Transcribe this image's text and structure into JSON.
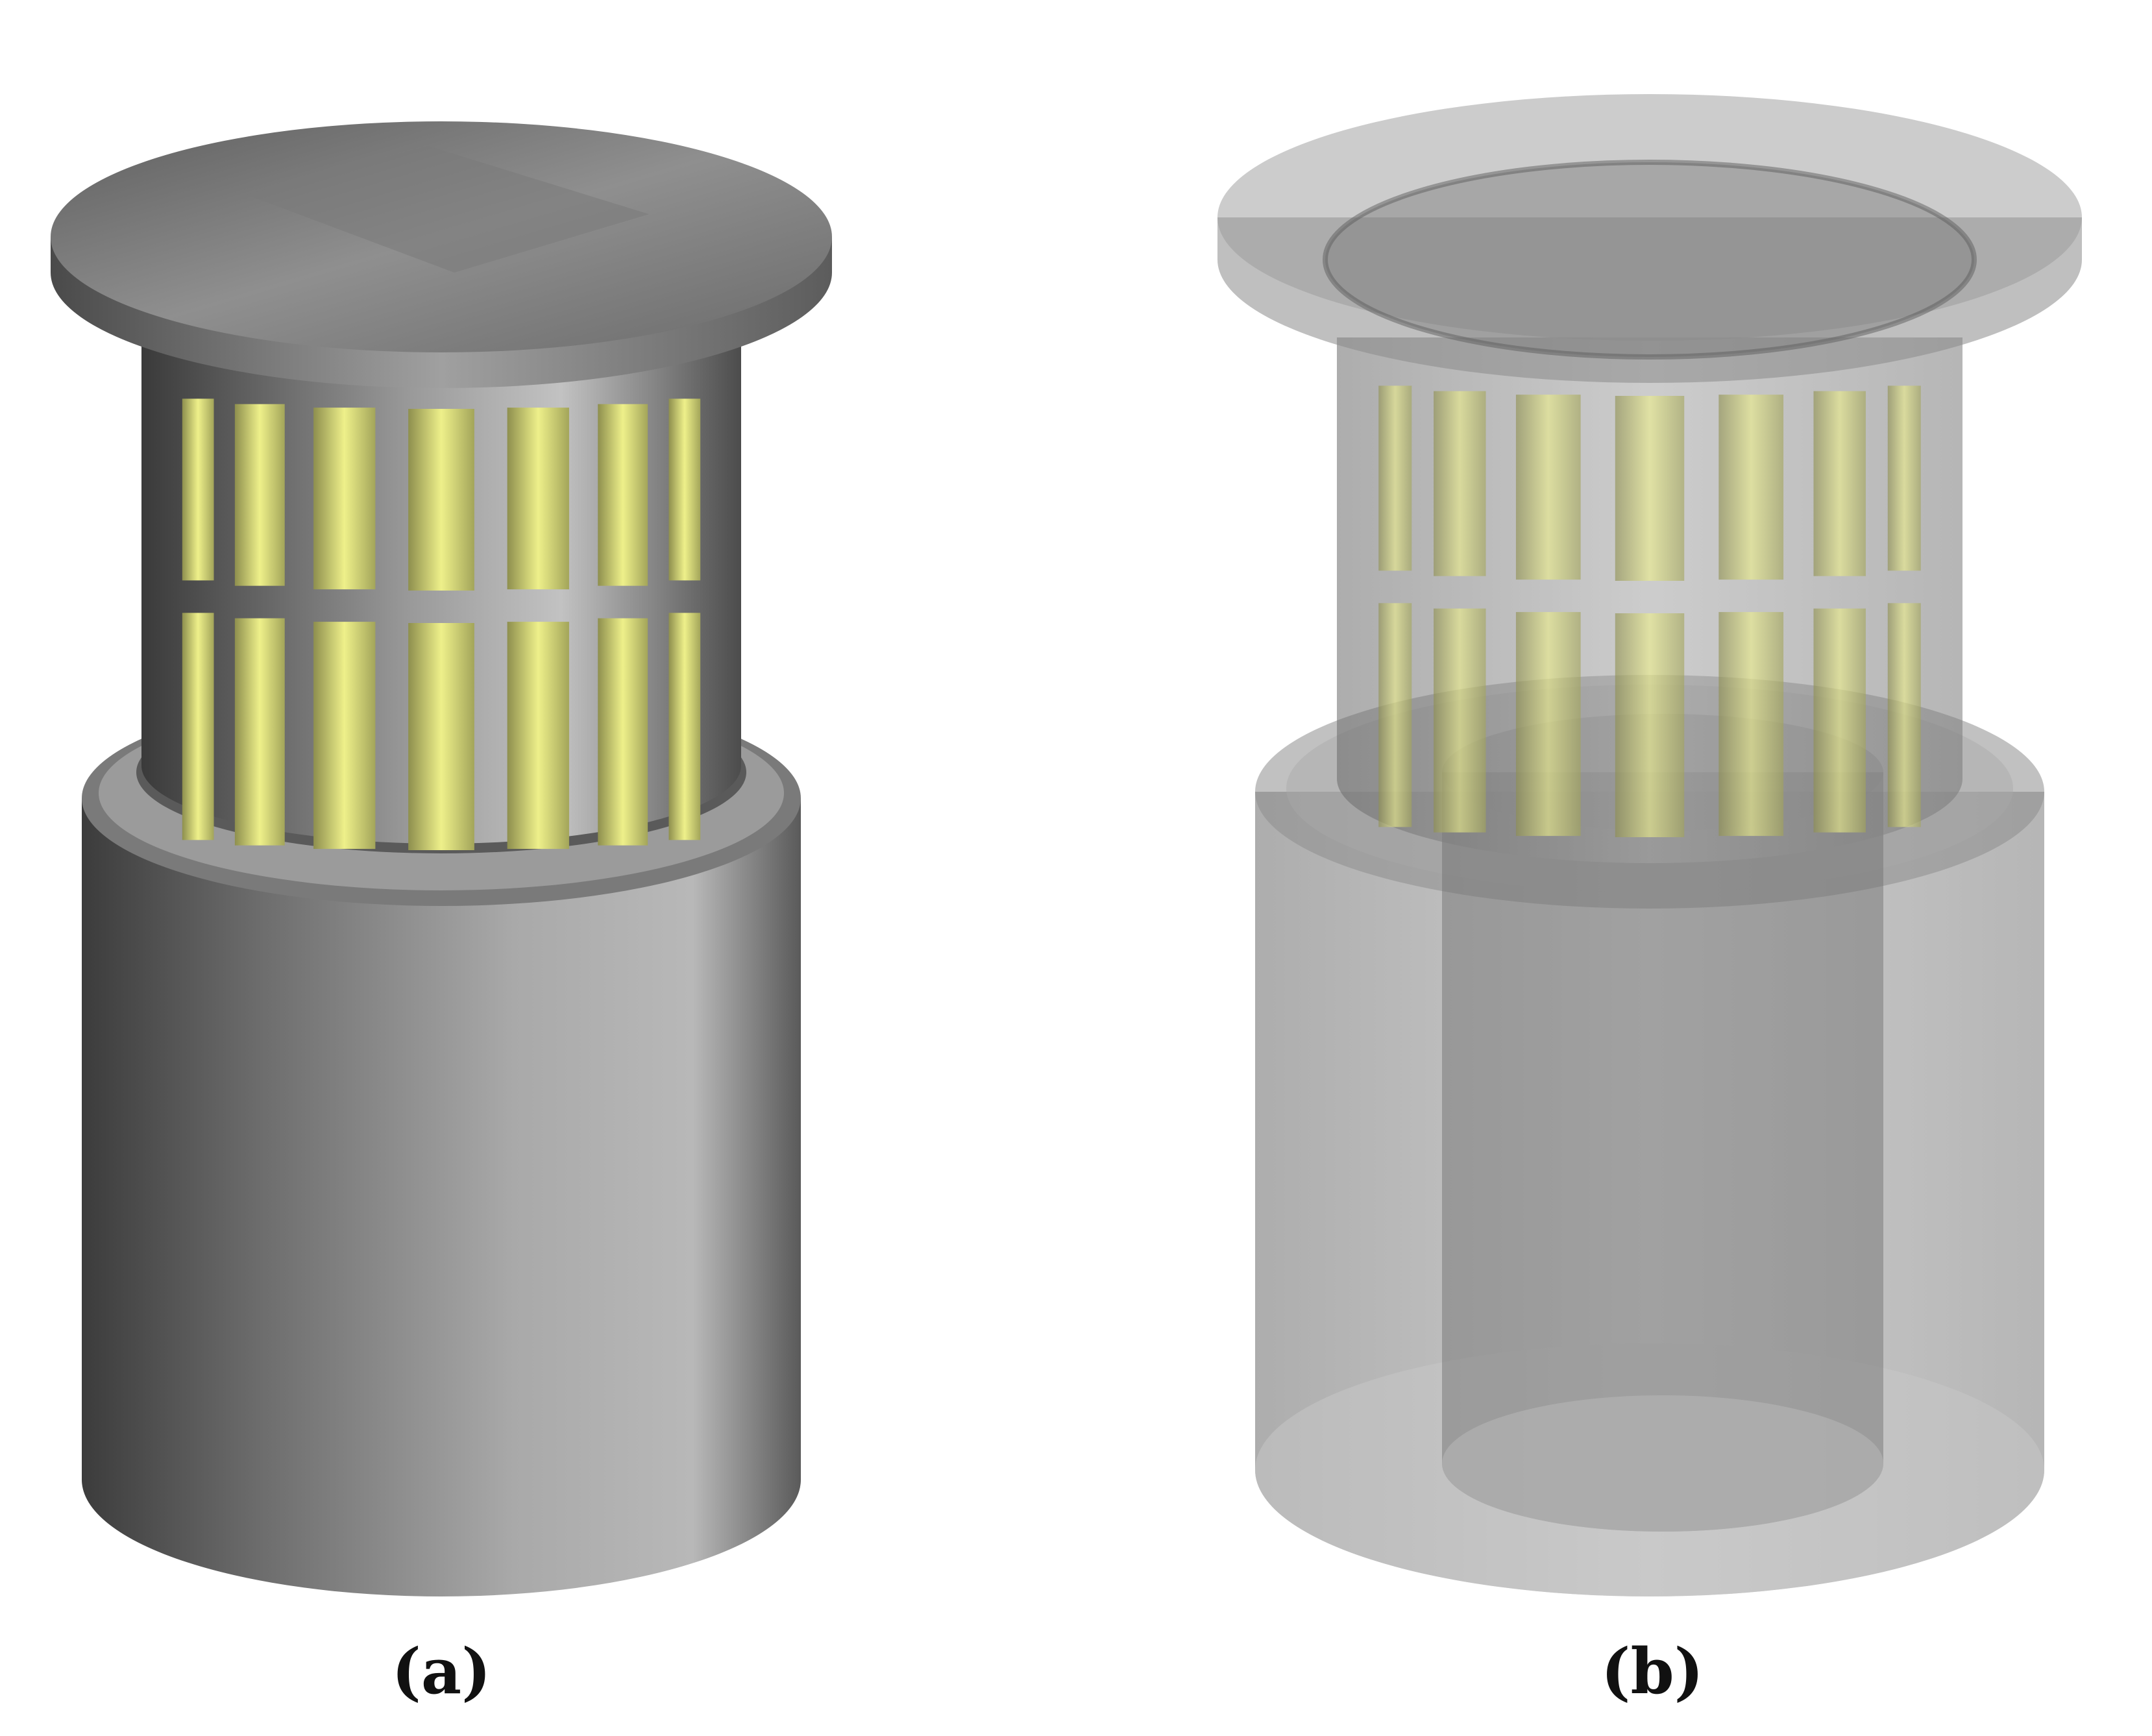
{
  "panels": [
    {
      "id": "a",
      "caption": "(a)",
      "view": "opaque"
    },
    {
      "id": "b",
      "caption": "(b)",
      "view": "transparent"
    }
  ],
  "colors": {
    "background": "#ffffff",
    "metal_dark": "#4a4a4a",
    "metal_mid": "#8a8a8a",
    "metal_light": "#c4c4c4",
    "electrode": "#e7ea7c",
    "caption": "#111111"
  },
  "electrodes": {
    "columns": 7,
    "rows": 2
  }
}
